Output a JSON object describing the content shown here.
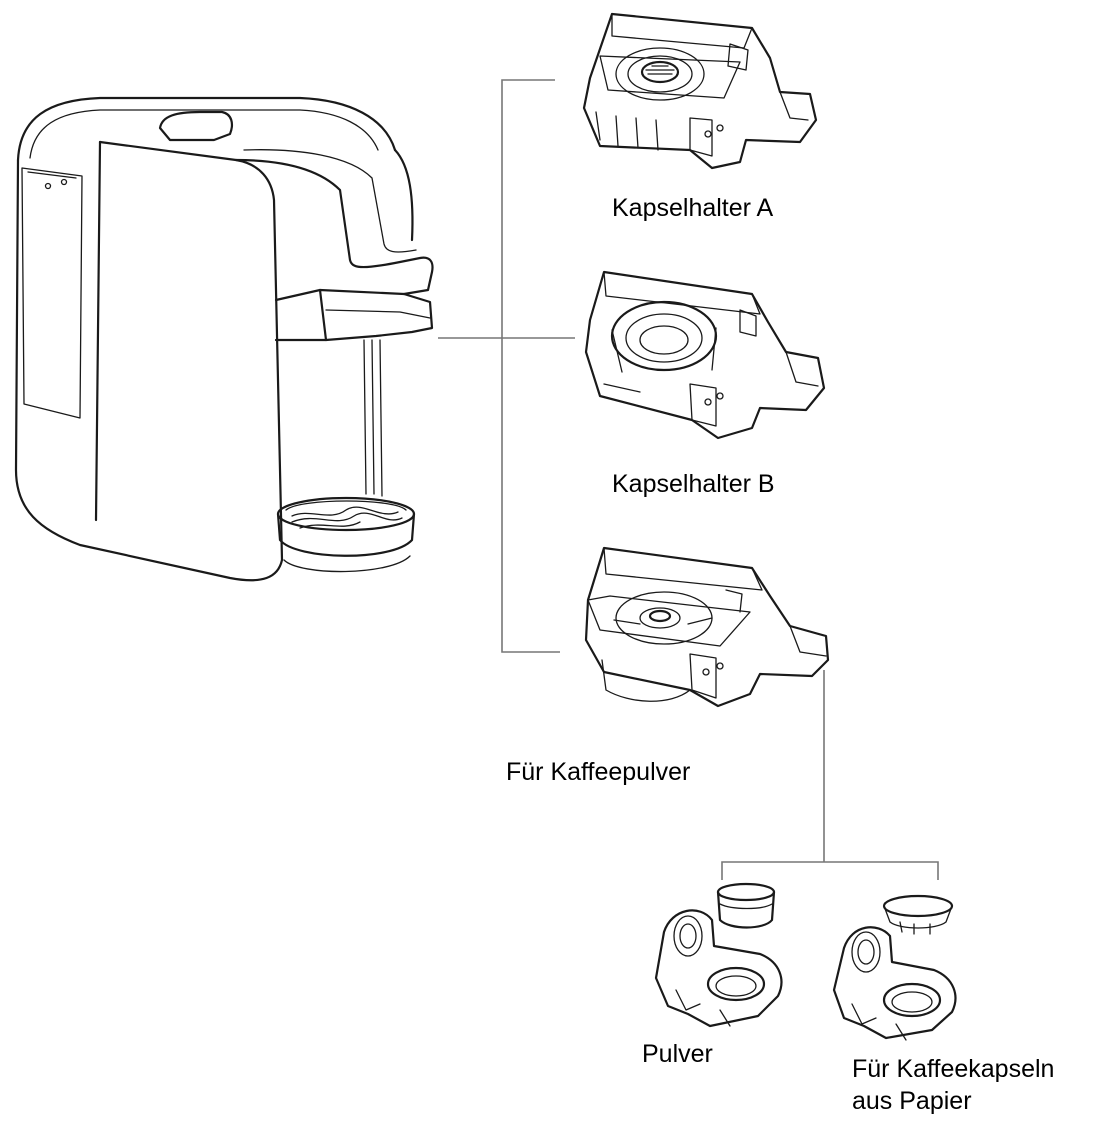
{
  "labels": {
    "holder_a": "Kapselhalter A",
    "holder_b": "Kapselhalter B",
    "powder_holder": "Für Kaffeepulver",
    "powder": "Pulver",
    "paper_pods_line1": "Für Kaffeekapseln",
    "paper_pods_line2": "aus Papier"
  },
  "colors": {
    "line": "#1a1a1a",
    "connector": "#777777",
    "background": "#ffffff"
  }
}
